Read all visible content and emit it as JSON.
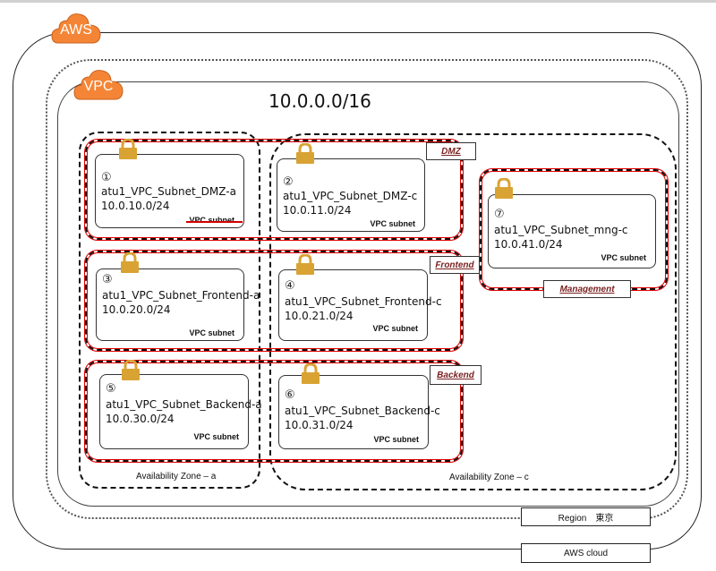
{
  "diagram": {
    "aws_badge": "AWS",
    "vpc_badge": "VPC",
    "vpc_cidr": "10.0.0.0/16",
    "colors": {
      "cloud_orange": "#f58536",
      "lock_gold": "#d9a334",
      "tier_red": "#e00000",
      "tier_tag_text": "#7a1f1f"
    },
    "availability_zones": [
      {
        "label": "Availability Zone – a"
      },
      {
        "label": "Availability Zone – c"
      }
    ],
    "tiers": [
      {
        "tag": "DMZ"
      },
      {
        "tag": "Frontend"
      },
      {
        "tag": "Backend"
      },
      {
        "tag": "Management"
      }
    ],
    "subnets": [
      {
        "num": "①",
        "name": "atu1_VPC_Subnet_DMZ-a",
        "cidr": "10.0.10.0/24",
        "label": "VPC subnet"
      },
      {
        "num": "②",
        "name": "atu1_VPC_Subnet_DMZ-c",
        "cidr": "10.0.11.0/24",
        "label": "VPC subnet"
      },
      {
        "num": "③",
        "name": "atu1_VPC_Subnet_Frontend-a",
        "cidr": "10.0.20.0/24",
        "label": "VPC subnet"
      },
      {
        "num": "④",
        "name": "atu1_VPC_Subnet_Frontend-c",
        "cidr": "10.0.21.0/24",
        "label": "VPC subnet"
      },
      {
        "num": "⑤",
        "name": "atu1_VPC_Subnet_Backend-a",
        "cidr": "10.0.30.0/24",
        "label": "VPC subnet"
      },
      {
        "num": "⑥",
        "name": "atu1_VPC_Subnet_Backend-c",
        "cidr": "10.0.31.0/24",
        "label": "VPC subnet"
      },
      {
        "num": "⑦",
        "name": "atu1_VPC_Subnet_mng-c",
        "cidr": "10.0.41.0/24",
        "label": "VPC subnet"
      }
    ],
    "legend": {
      "region": "Region　東京",
      "aws_cloud": "AWS cloud"
    }
  }
}
